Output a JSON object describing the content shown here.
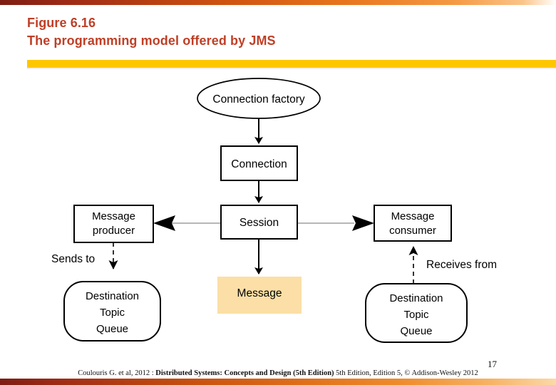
{
  "slide": {
    "title_lines": [
      "Figure 6.16",
      "The programming model offered by JMS"
    ],
    "title_color": "#bf3f26",
    "accent_bar_color": "#fdc700",
    "page_number": "17"
  },
  "diagram": {
    "type": "flow-diagram",
    "nodes": {
      "connection_factory": "Connection factory",
      "connection": "Connection",
      "session": "Session",
      "message_producer_line1": "Message",
      "message_producer_line2": "producer",
      "message_consumer_line1": "Message",
      "message_consumer_line2": "consumer",
      "message": "Message",
      "destination_left_line1": "Destination",
      "destination_left_line2": "Topic",
      "destination_left_line3": "Queue",
      "destination_right_line1": "Destination",
      "destination_right_line2": "Topic",
      "destination_right_line3": "Queue"
    },
    "edge_labels": {
      "sends_to": "Sends to",
      "receives_from": "Receives from"
    },
    "message_fill": "#fbdfa6"
  },
  "footer": {
    "prefix": "Coulouris G. et al, 2012 : ",
    "book_title": "Distributed Systems: Concepts and Design (5th Edition)",
    "suffix": " 5th Edition, Edition 5, © Addison-Wesley 2012"
  }
}
